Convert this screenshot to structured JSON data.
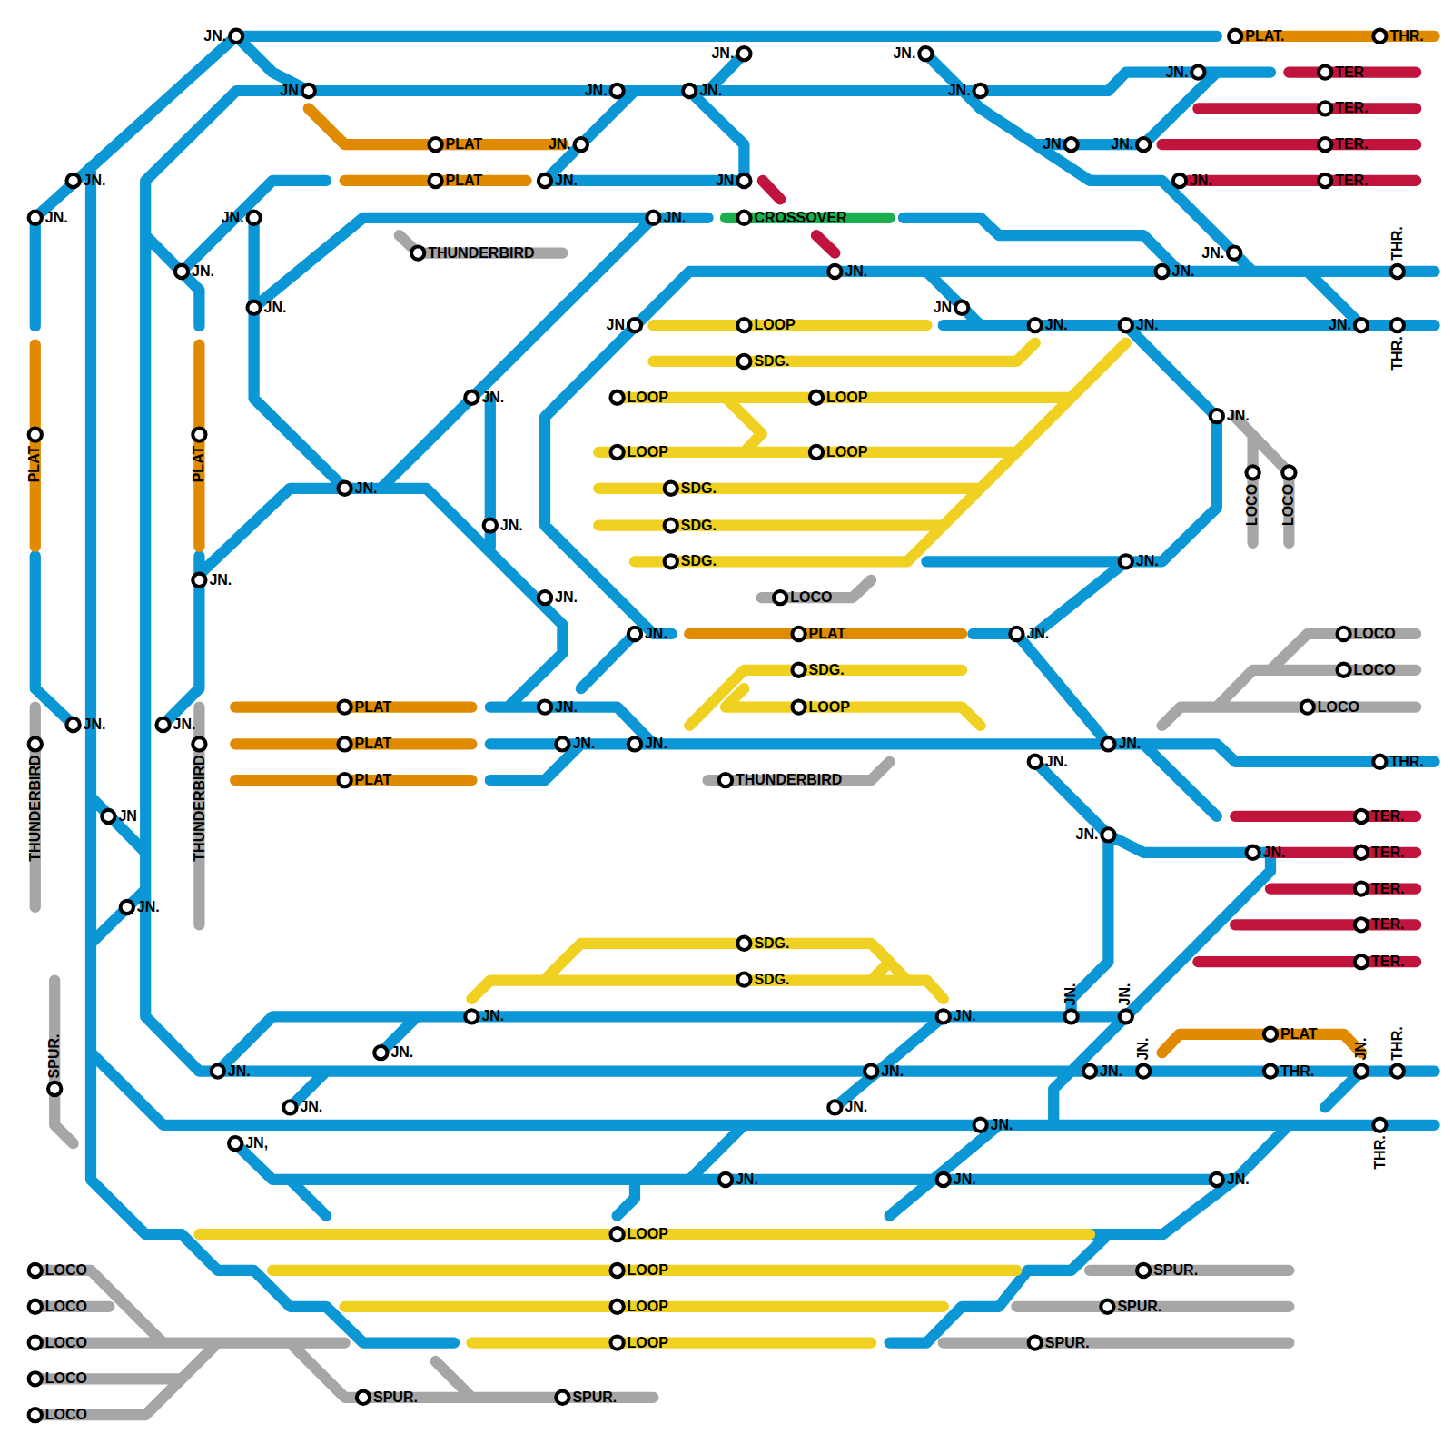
{
  "diagram": {
    "labels": [
      "JN.",
      "PLAT.",
      "THR.",
      "JN.",
      "JN.",
      "JN.",
      "TER",
      "JN",
      "JN.",
      "JN.",
      "JN.",
      "TER.",
      "PLAT",
      "JN.",
      "JN",
      "JN.",
      "TER.",
      "JN.",
      "PLAT",
      "JN.",
      "JN",
      "JN.",
      "TER.",
      "JN.",
      "JN.",
      "JN.",
      "CROSSOVER",
      "THUNDERBIRD",
      "JN.",
      "THR.",
      "JN.",
      "JN.",
      "JN.",
      "JN.",
      "JN",
      "JN",
      "LOOP",
      "JN.",
      "JN.",
      "JN.",
      "THR.",
      "SDG.",
      "LOOP",
      "LOOP",
      "JN.",
      "JN.",
      "PLAT",
      "PLAT",
      "LOOP",
      "LOOP",
      "LOCO",
      "LOCO",
      "JN.",
      "SDG.",
      "JN.",
      "SDG.",
      "SDG.",
      "JN.",
      "JN.",
      "JN.",
      "LOCO",
      "JN.",
      "PLAT",
      "JN.",
      "LOCO",
      "SDG.",
      "LOCO",
      "PLAT",
      "JN.",
      "LOOP",
      "LOCO",
      "JN.",
      "JN.",
      "THUNDERBIRD",
      "PLAT",
      "JN.",
      "JN.",
      "JN.",
      "THUNDERBIRD",
      "JN.",
      "THR.",
      "THUNDERBIRD",
      "PLAT",
      "JN",
      "TER.",
      "JN.",
      "JN.",
      "TER.",
      "JN.",
      "TER.",
      "TER.",
      "SDG.",
      "TER.",
      "SDG.",
      "SPUR.",
      "JN.",
      "JN.",
      "JN.",
      "JN.",
      "PLAT",
      "JN.",
      "JN.",
      "JN.",
      "THR.",
      "JN.",
      "JN.",
      "JN.",
      "THR.",
      "JN.",
      "JN.",
      "JN.",
      "THR.",
      "JN,",
      "JN.",
      "JN.",
      "JN.",
      "LOOP",
      "LOCO",
      "LOOP",
      "SPUR.",
      "LOCO",
      "LOOP",
      "SPUR.",
      "LOCO",
      "LOOP",
      "SPUR.",
      "LOCO",
      "SPUR.",
      "SPUR.",
      "LOCO"
    ]
  }
}
